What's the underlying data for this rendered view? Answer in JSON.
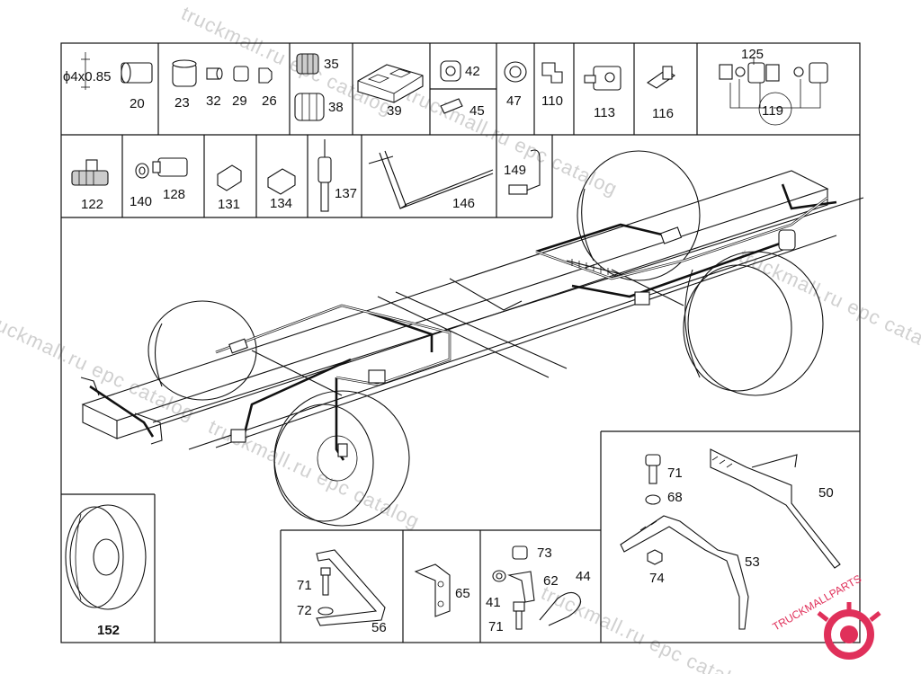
{
  "diagram": {
    "pipe_spec": "ϕ4x0.85",
    "callouts": {
      "p20": "20",
      "p23": "23",
      "p32": "32",
      "p29": "29",
      "p26": "26",
      "p35": "35",
      "p38": "38",
      "p39": "39",
      "p42": "42",
      "p45": "45",
      "p47": "47",
      "p110": "110",
      "p113": "113",
      "p116": "116",
      "p125": "125",
      "p119": "119",
      "p122": "122",
      "p140": "140",
      "p128": "128",
      "p131": "131",
      "p134": "134",
      "p137": "137",
      "p146": "146",
      "p149": "149",
      "p152": "152",
      "p71a": "71",
      "p72": "72",
      "p56": "56",
      "p65": "65",
      "p73": "73",
      "p62": "62",
      "p44": "44",
      "p41": "41",
      "p71b": "71",
      "p71c": "71",
      "p68": "68",
      "p50": "50",
      "p74": "74",
      "p53": "53"
    },
    "watermarks": {
      "w1": "truckmall.ru epc catalog",
      "w2": "truckmall.ru epc catalog",
      "w3": "truckmall.ru epc catalog",
      "w4": "truckmall.ru epc catalog",
      "w5": "truckmall.ru epc catalog",
      "w6": "truckmall.ru epc catalog"
    },
    "logo_text": "TRUCKMALLPARTS",
    "colors": {
      "line": "#111111",
      "watermark": "#d0d0d0",
      "logo": "#e0305a"
    }
  }
}
